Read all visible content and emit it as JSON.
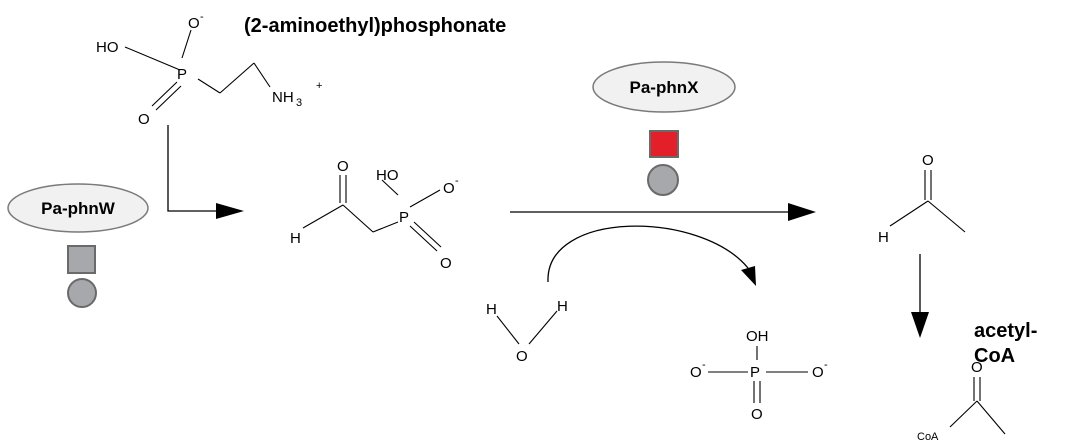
{
  "compounds": {
    "aep_name": "(2-aminoethyl)phosphonate",
    "product_name_line1": "acetyl-",
    "product_name_line2": "CoA"
  },
  "atoms": {
    "ho": "HO",
    "oh": "OH",
    "o": "O",
    "o_minus": "O",
    "p": "P",
    "h": "H",
    "nh3": "NH",
    "sub3": "3",
    "plus": "+",
    "minus": "-",
    "coa": "CoA"
  },
  "enzymes": {
    "phnw": {
      "label": "Pa-phnW",
      "square_color": "#a6a8ac",
      "circle_color": "#a6a8ac"
    },
    "phnx": {
      "label": "Pa-phnX",
      "square_color": "#e3202a",
      "circle_color": "#a6a8ac"
    }
  },
  "colors": {
    "ellipse_fill": "#f1f1f1",
    "ellipse_stroke": "#7a7a7a",
    "shape_stroke": "#6a6a6a"
  }
}
